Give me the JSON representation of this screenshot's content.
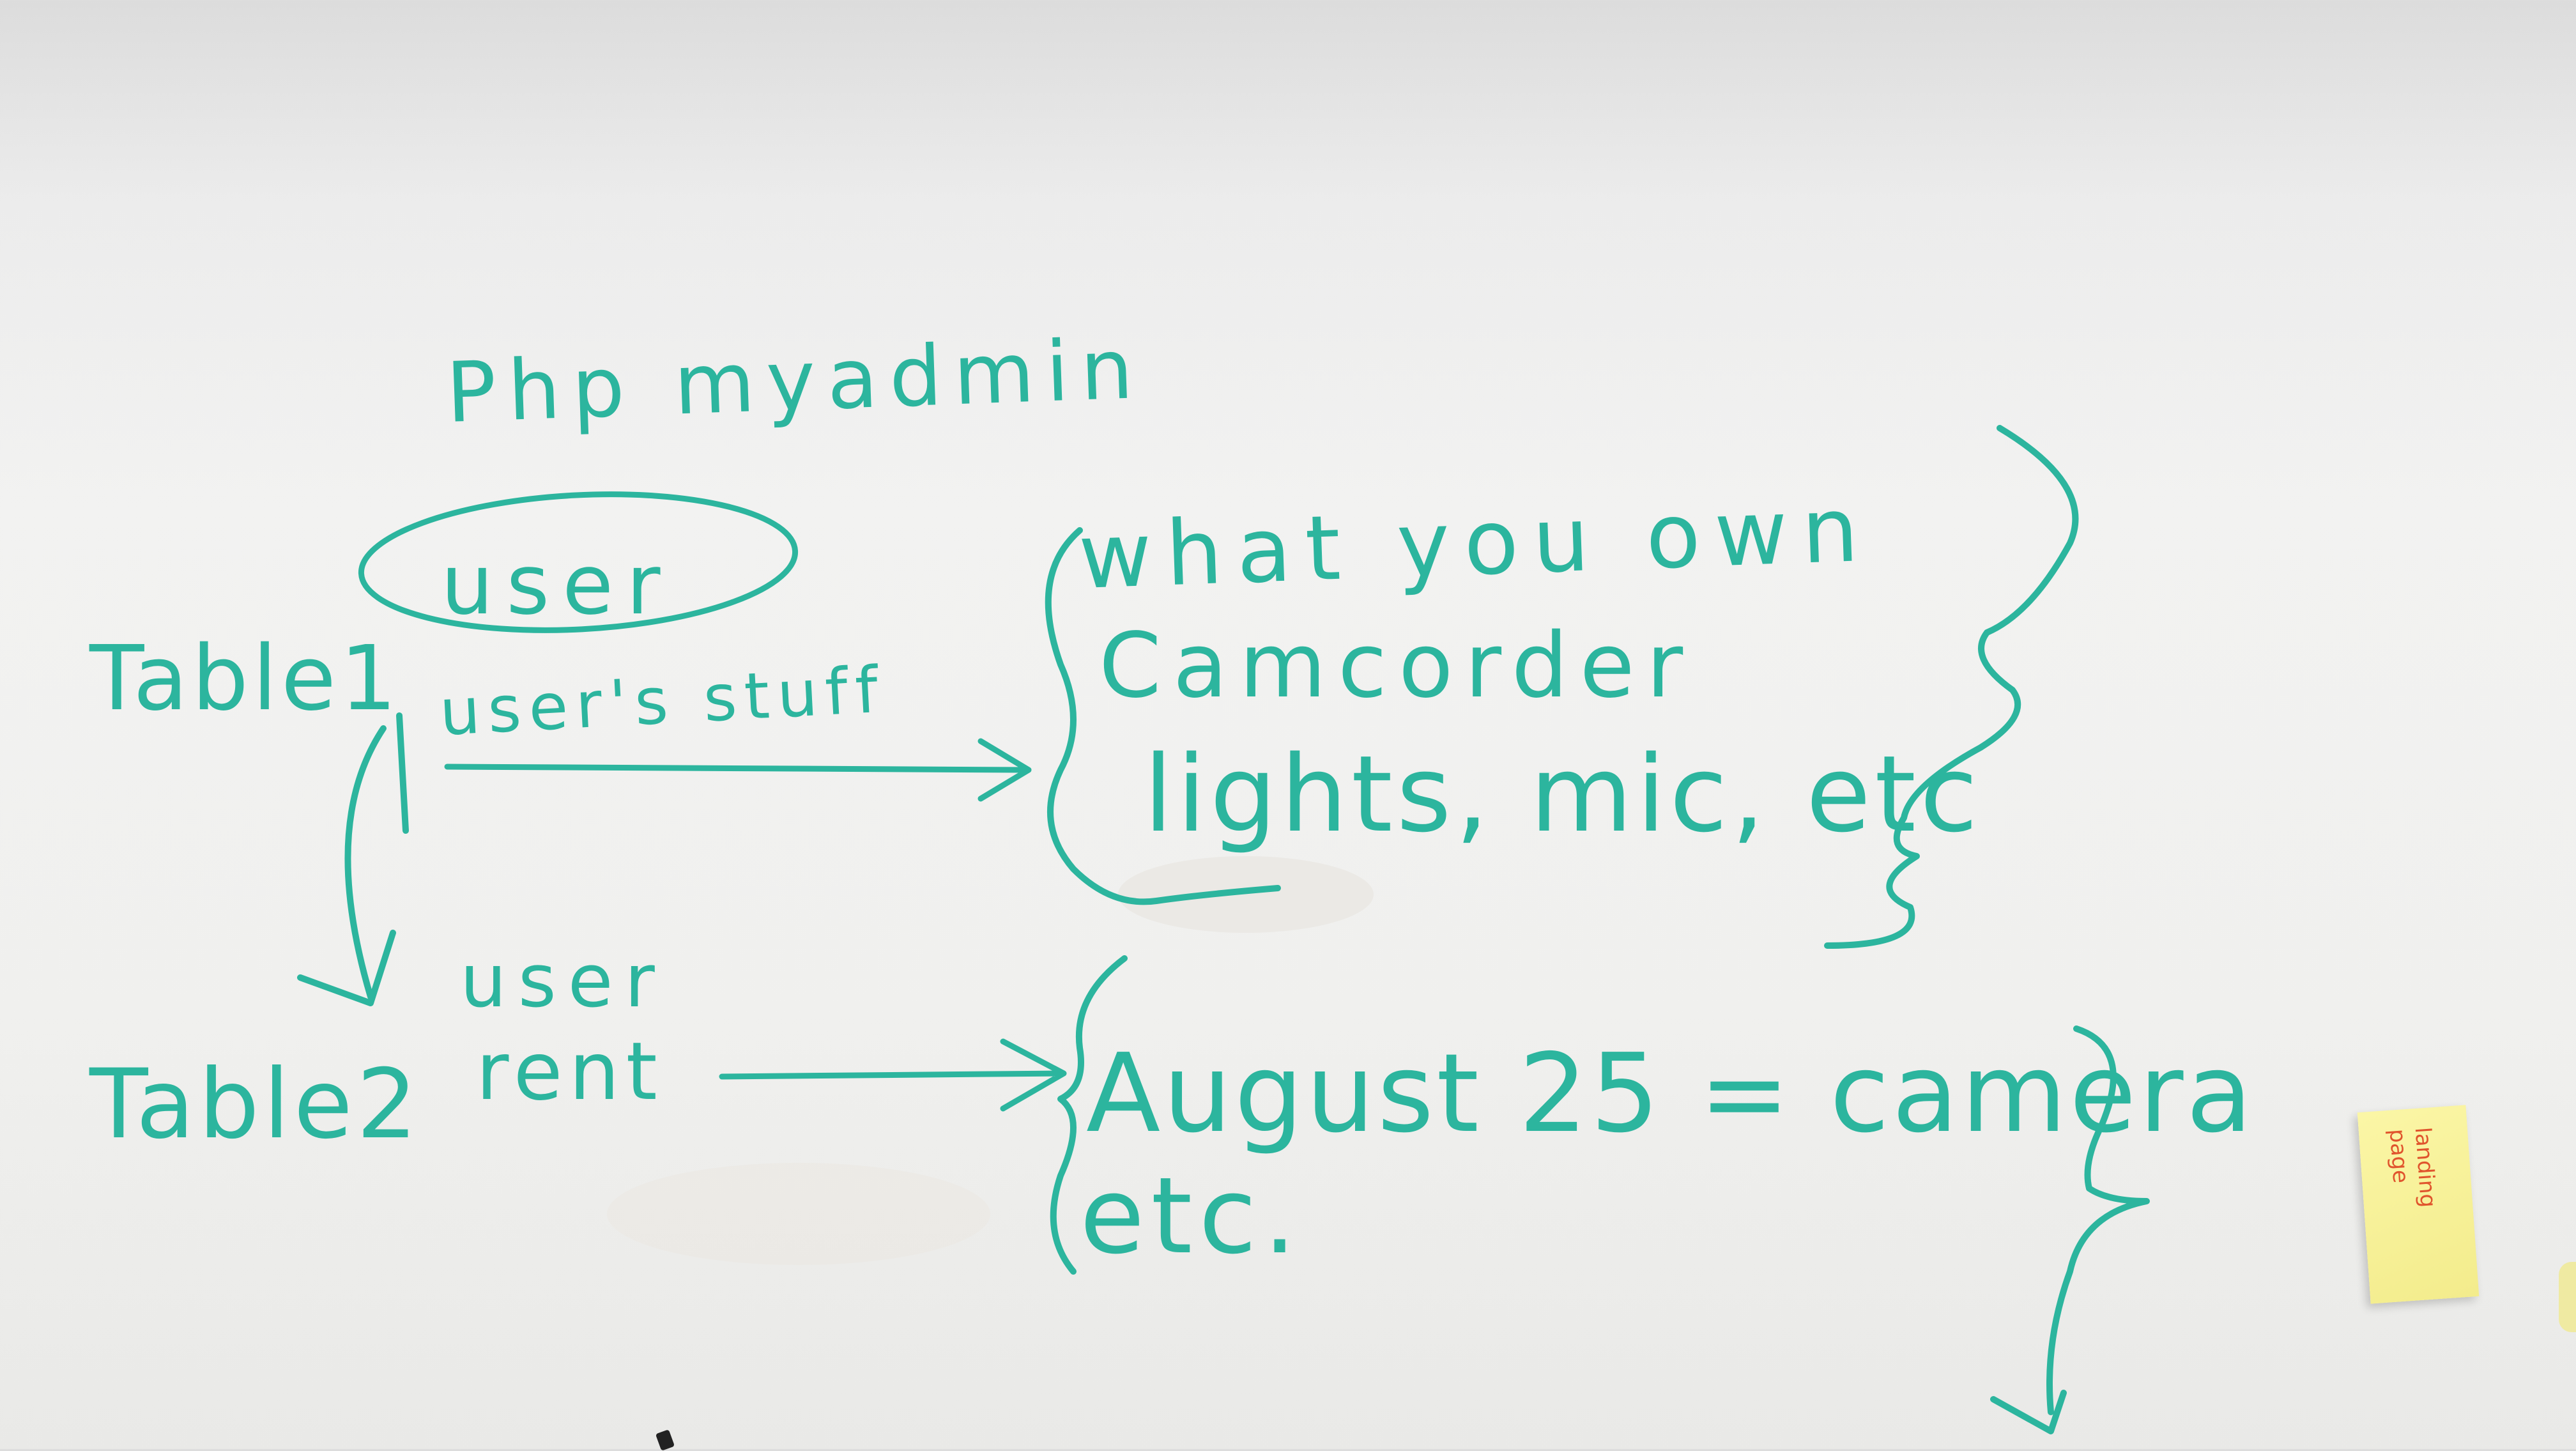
{
  "whiteboard": {
    "title": "Php myadmin",
    "circled_word": "user",
    "table1": "Table1",
    "table1_row": "user's stuff",
    "table2": "Table2",
    "table2_row_1": "user",
    "table2_row_2": "rent",
    "owned_header": "what you own",
    "owned_item_1": "Camcorder",
    "owned_item_2": "lights, mic, etc",
    "rent_item_1": "August 25 = camera",
    "rent_item_2": "etc."
  },
  "sticky_note": {
    "text": "landing\npage"
  },
  "colors": {
    "marker": "#2cb59e",
    "sticky_note": "#f7f09a",
    "sticky_text": "#e0542d"
  }
}
